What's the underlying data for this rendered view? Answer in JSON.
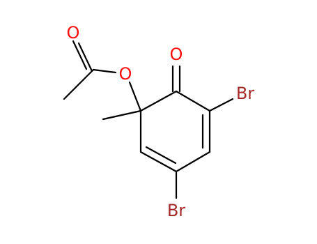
{
  "molecule": {
    "atoms": {
      "O_carbonyl_acetyl": {
        "symbol": "O",
        "color": "#ff0d0d"
      },
      "O_ester": {
        "symbol": "O",
        "color": "#ff0d0d"
      },
      "O_ketone": {
        "symbol": "O",
        "color": "#ff0d0d"
      },
      "Br_top": {
        "symbol": "Br",
        "color": "#a62929"
      },
      "Br_bottom": {
        "symbol": "Br",
        "color": "#a62929"
      }
    },
    "colors": {
      "bond": "#000000",
      "oxygen": "#ff0d0d",
      "bromine": "#a62929"
    }
  }
}
